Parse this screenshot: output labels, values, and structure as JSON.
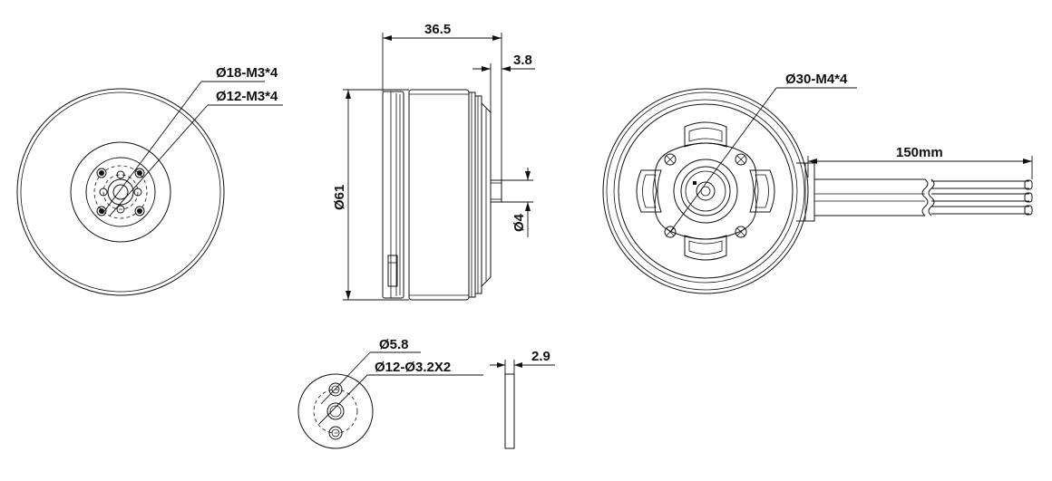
{
  "labels": {
    "front_outer_holes": "Ø18-M3*4",
    "front_inner_holes": "Ø12-M3*4",
    "side_length": "36.5",
    "shaft_length": "3.8",
    "diameter": "Ø61",
    "shaft_diameter": "Ø4",
    "rear_holes": "Ø30-M4*4",
    "cable_length": "150mm",
    "adapter_center": "Ø5.8",
    "adapter_holes": "Ø12-Ø3.2X2",
    "adapter_thickness": "2.9"
  },
  "colors": {
    "line": "#111111",
    "background": "#ffffff"
  }
}
